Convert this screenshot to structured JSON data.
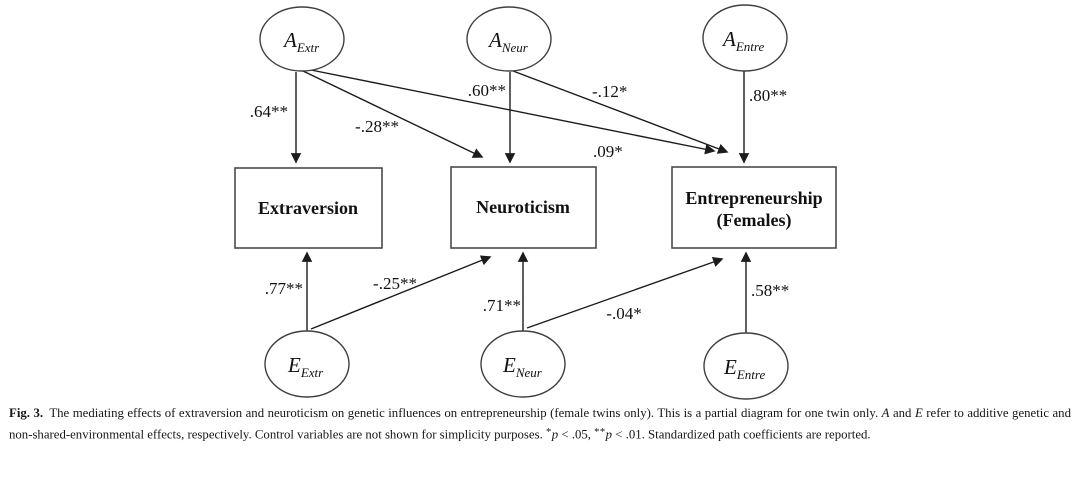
{
  "figure": {
    "label": "Fig. 3."
  },
  "diagram": {
    "nodes": {
      "a_extr": {
        "main": "A",
        "sub": "Extr"
      },
      "a_neur": {
        "main": "A",
        "sub": "Neur"
      },
      "a_entre": {
        "main": "A",
        "sub": "Entre"
      },
      "e_extr": {
        "main": "E",
        "sub": "Extr"
      },
      "e_neur": {
        "main": "E",
        "sub": "Neur"
      },
      "e_entre": {
        "main": "E",
        "sub": "Entre"
      },
      "extraversion": {
        "label": "Extraversion"
      },
      "neuroticism": {
        "label": "Neuroticism"
      },
      "entrepreneurship": {
        "label_line1": "Entrepreneurship",
        "label_line2": "(Females)"
      }
    },
    "paths": [
      {
        "from": "A_Extr",
        "to": "Extraversion",
        "coef": ".64**"
      },
      {
        "from": "A_Extr",
        "to": "Neuroticism",
        "coef": "-.28**"
      },
      {
        "from": "A_Extr",
        "to": "Entrepreneurship (Females)",
        "coef": ".09*"
      },
      {
        "from": "A_Neur",
        "to": "Neuroticism",
        "coef": ".60**"
      },
      {
        "from": "A_Neur",
        "to": "Entrepreneurship (Females)",
        "coef": "-.12*"
      },
      {
        "from": "A_Entre",
        "to": "Entrepreneurship (Females)",
        "coef": ".80**"
      },
      {
        "from": "E_Extr",
        "to": "Extraversion",
        "coef": ".77**"
      },
      {
        "from": "E_Extr",
        "to": "Neuroticism",
        "coef": "-.25**"
      },
      {
        "from": "E_Neur",
        "to": "Neuroticism",
        "coef": ".71**"
      },
      {
        "from": "E_Neur",
        "to": "Entrepreneurship (Females)",
        "coef": "-.04*"
      },
      {
        "from": "E_Entre",
        "to": "Entrepreneurship (Females)",
        "coef": ".58**"
      }
    ],
    "colors": {
      "line": "#1c1c1c",
      "box_stroke": "#4a4a4a",
      "text": "#111111"
    }
  },
  "caption": {
    "segments": [
      {
        "text": "Fig. 3.",
        "style": "bold"
      },
      {
        "text": " The mediating effects of extraversion and neuroticism on genetic influences on entrepreneurship (female twins only). This is a partial diagram for one twin only. ",
        "style": "normal"
      },
      {
        "text": "A",
        "style": "italic"
      },
      {
        "text": " and ",
        "style": "normal"
      },
      {
        "text": "E",
        "style": "italic"
      },
      {
        "text": " refer to additive genetic and non-shared-environmental effects, respectively. Control variables are not shown for simplicity purposes. ",
        "style": "normal"
      },
      {
        "text": "*",
        "style": "sup"
      },
      {
        "text": "p",
        "style": "italic"
      },
      {
        "text": " < .05, ",
        "style": "normal"
      },
      {
        "text": "**",
        "style": "sup"
      },
      {
        "text": "p",
        "style": "italic"
      },
      {
        "text": " < .01. Standardized path coefficients are reported.",
        "style": "normal"
      }
    ]
  }
}
